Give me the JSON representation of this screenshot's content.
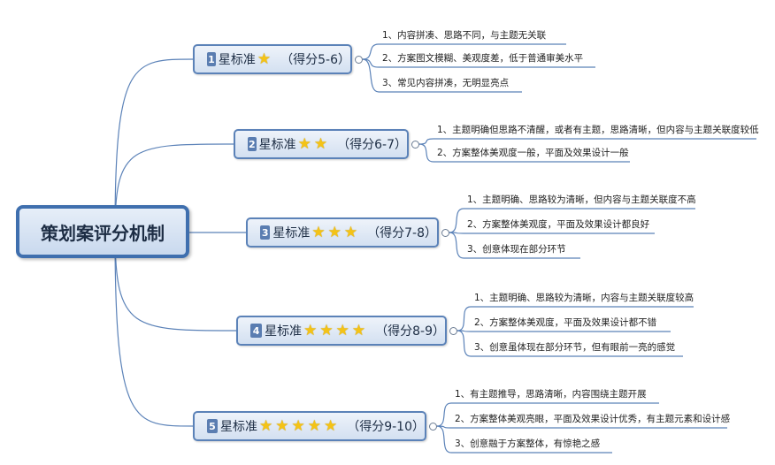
{
  "root": {
    "label": "策划案评分机制"
  },
  "topics": [
    {
      "number": "1",
      "label": "星标准",
      "stars": 1,
      "score": "（得分5-6）",
      "items": [
        "1、内容拼凑、思路不同，与主题无关联",
        "2、方案图文模糊、美观度差，低于普通审美水平",
        "3、常见内容拼凑，无明显亮点"
      ]
    },
    {
      "number": "2",
      "label": "星标准",
      "stars": 2,
      "score": "（得分6-7）",
      "items": [
        "1、主题明确但思路不清醒，或者有主题，思路清晰，但内容与主题关联度较低",
        "2、方案整体美观度一般，平面及效果设计一般"
      ]
    },
    {
      "number": "3",
      "label": "星标准",
      "stars": 3,
      "score": "（得分7-8）",
      "items": [
        "1、主题明确、思路较为清晰，但内容与主题关联度不高",
        "2、方案整体美观度，平面及效果设计都良好",
        "3、创意体现在部分环节"
      ]
    },
    {
      "number": "4",
      "label": "星标准",
      "stars": 4,
      "score": "（得分8-9）",
      "items": [
        "1、主题明确、思路较为清晰，内容与主题关联度较高",
        "2、方案整体美观度，平面及效果设计都不错",
        "3、创意虽体现在部分环节，但有眼前一亮的感觉"
      ]
    },
    {
      "number": "5",
      "label": "星标准",
      "stars": 5,
      "score": "（得分9-10）",
      "items": [
        "1、有主题推导，思路清晰，内容围绕主题开展",
        "2、方案整体美观亮眼，平面及效果设计优秀，有主题元素和设计感",
        "3、创意融于方案整体，有惊艳之感"
      ]
    }
  ],
  "colors": {
    "line": "#5b82b8",
    "star": "#f4c316",
    "accent": "#3f6fae"
  }
}
